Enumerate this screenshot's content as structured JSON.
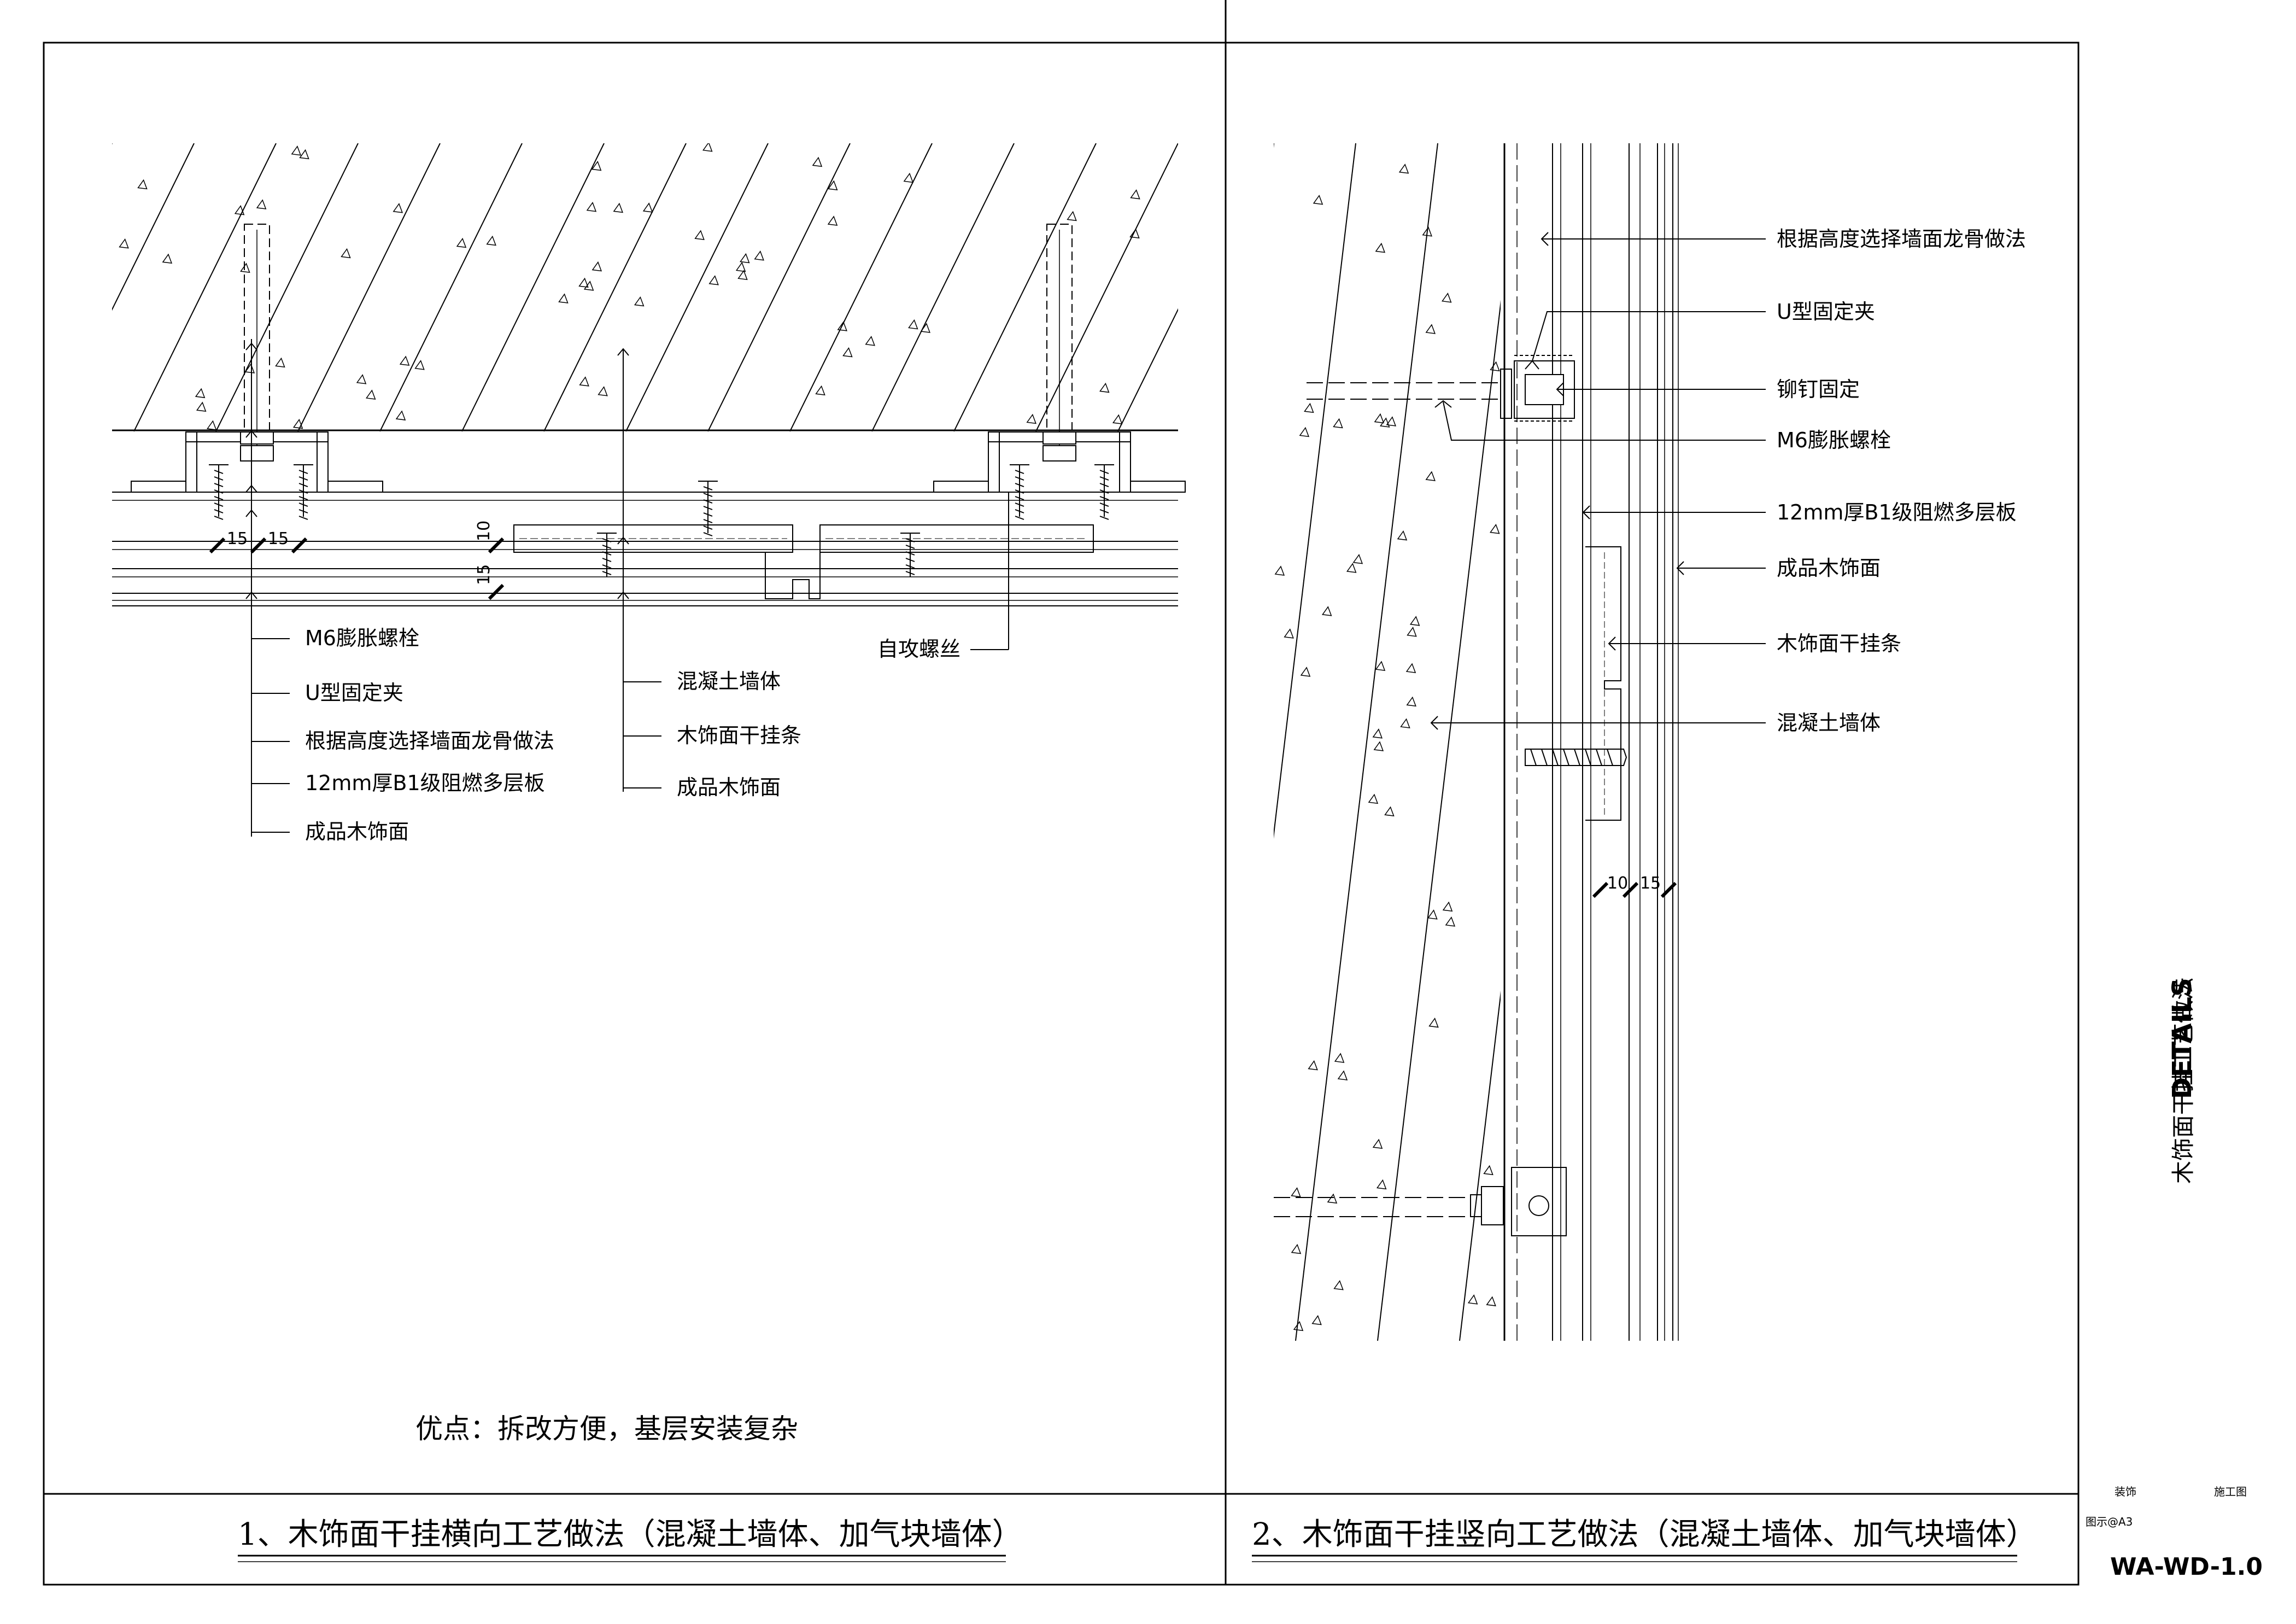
{
  "left_detail": {
    "labels": {
      "bolt": "M6膨胀螺栓",
      "clip": "U型固定夹",
      "keel": "根据高度选择墙面龙骨做法",
      "board": "12mm厚B1级阻燃多层板",
      "finish": "成品木饰面",
      "concrete": "混凝土墙体",
      "hang_strip": "木饰面干挂条",
      "finish2": "成品木饰面",
      "screw": "自攻螺丝"
    },
    "dims": {
      "d1": "15",
      "d2": "15",
      "d3": "10",
      "d4": "15"
    },
    "advantage_note": "优点：拆改方便，基层安装复杂",
    "title": "1、木饰面干挂横向工艺做法（混凝土墙体、加气块墙体）"
  },
  "right_detail": {
    "labels": {
      "keel": "根据高度选择墙面龙骨做法",
      "clip": "U型固定夹",
      "rivet": "铆钉固定",
      "bolt": "M6膨胀螺栓",
      "board": "12mm厚B1级阻燃多层板",
      "finish": "成品木饰面",
      "hang_strip": "木饰面干挂条",
      "concrete": "混凝土墙体"
    },
    "dims": {
      "d1": "10",
      "d2": "15"
    },
    "title": "2、木饰面干挂竖向工艺做法（混凝土墙体、加气块墙体）"
  },
  "title_block": {
    "sheet_title": "木饰面干挂工艺做法",
    "details_label": "DETAILS",
    "discipline": "装饰",
    "stage": "施工图",
    "scale_note": "图示@A3",
    "drawing_number": "WA-WD-1.0"
  }
}
